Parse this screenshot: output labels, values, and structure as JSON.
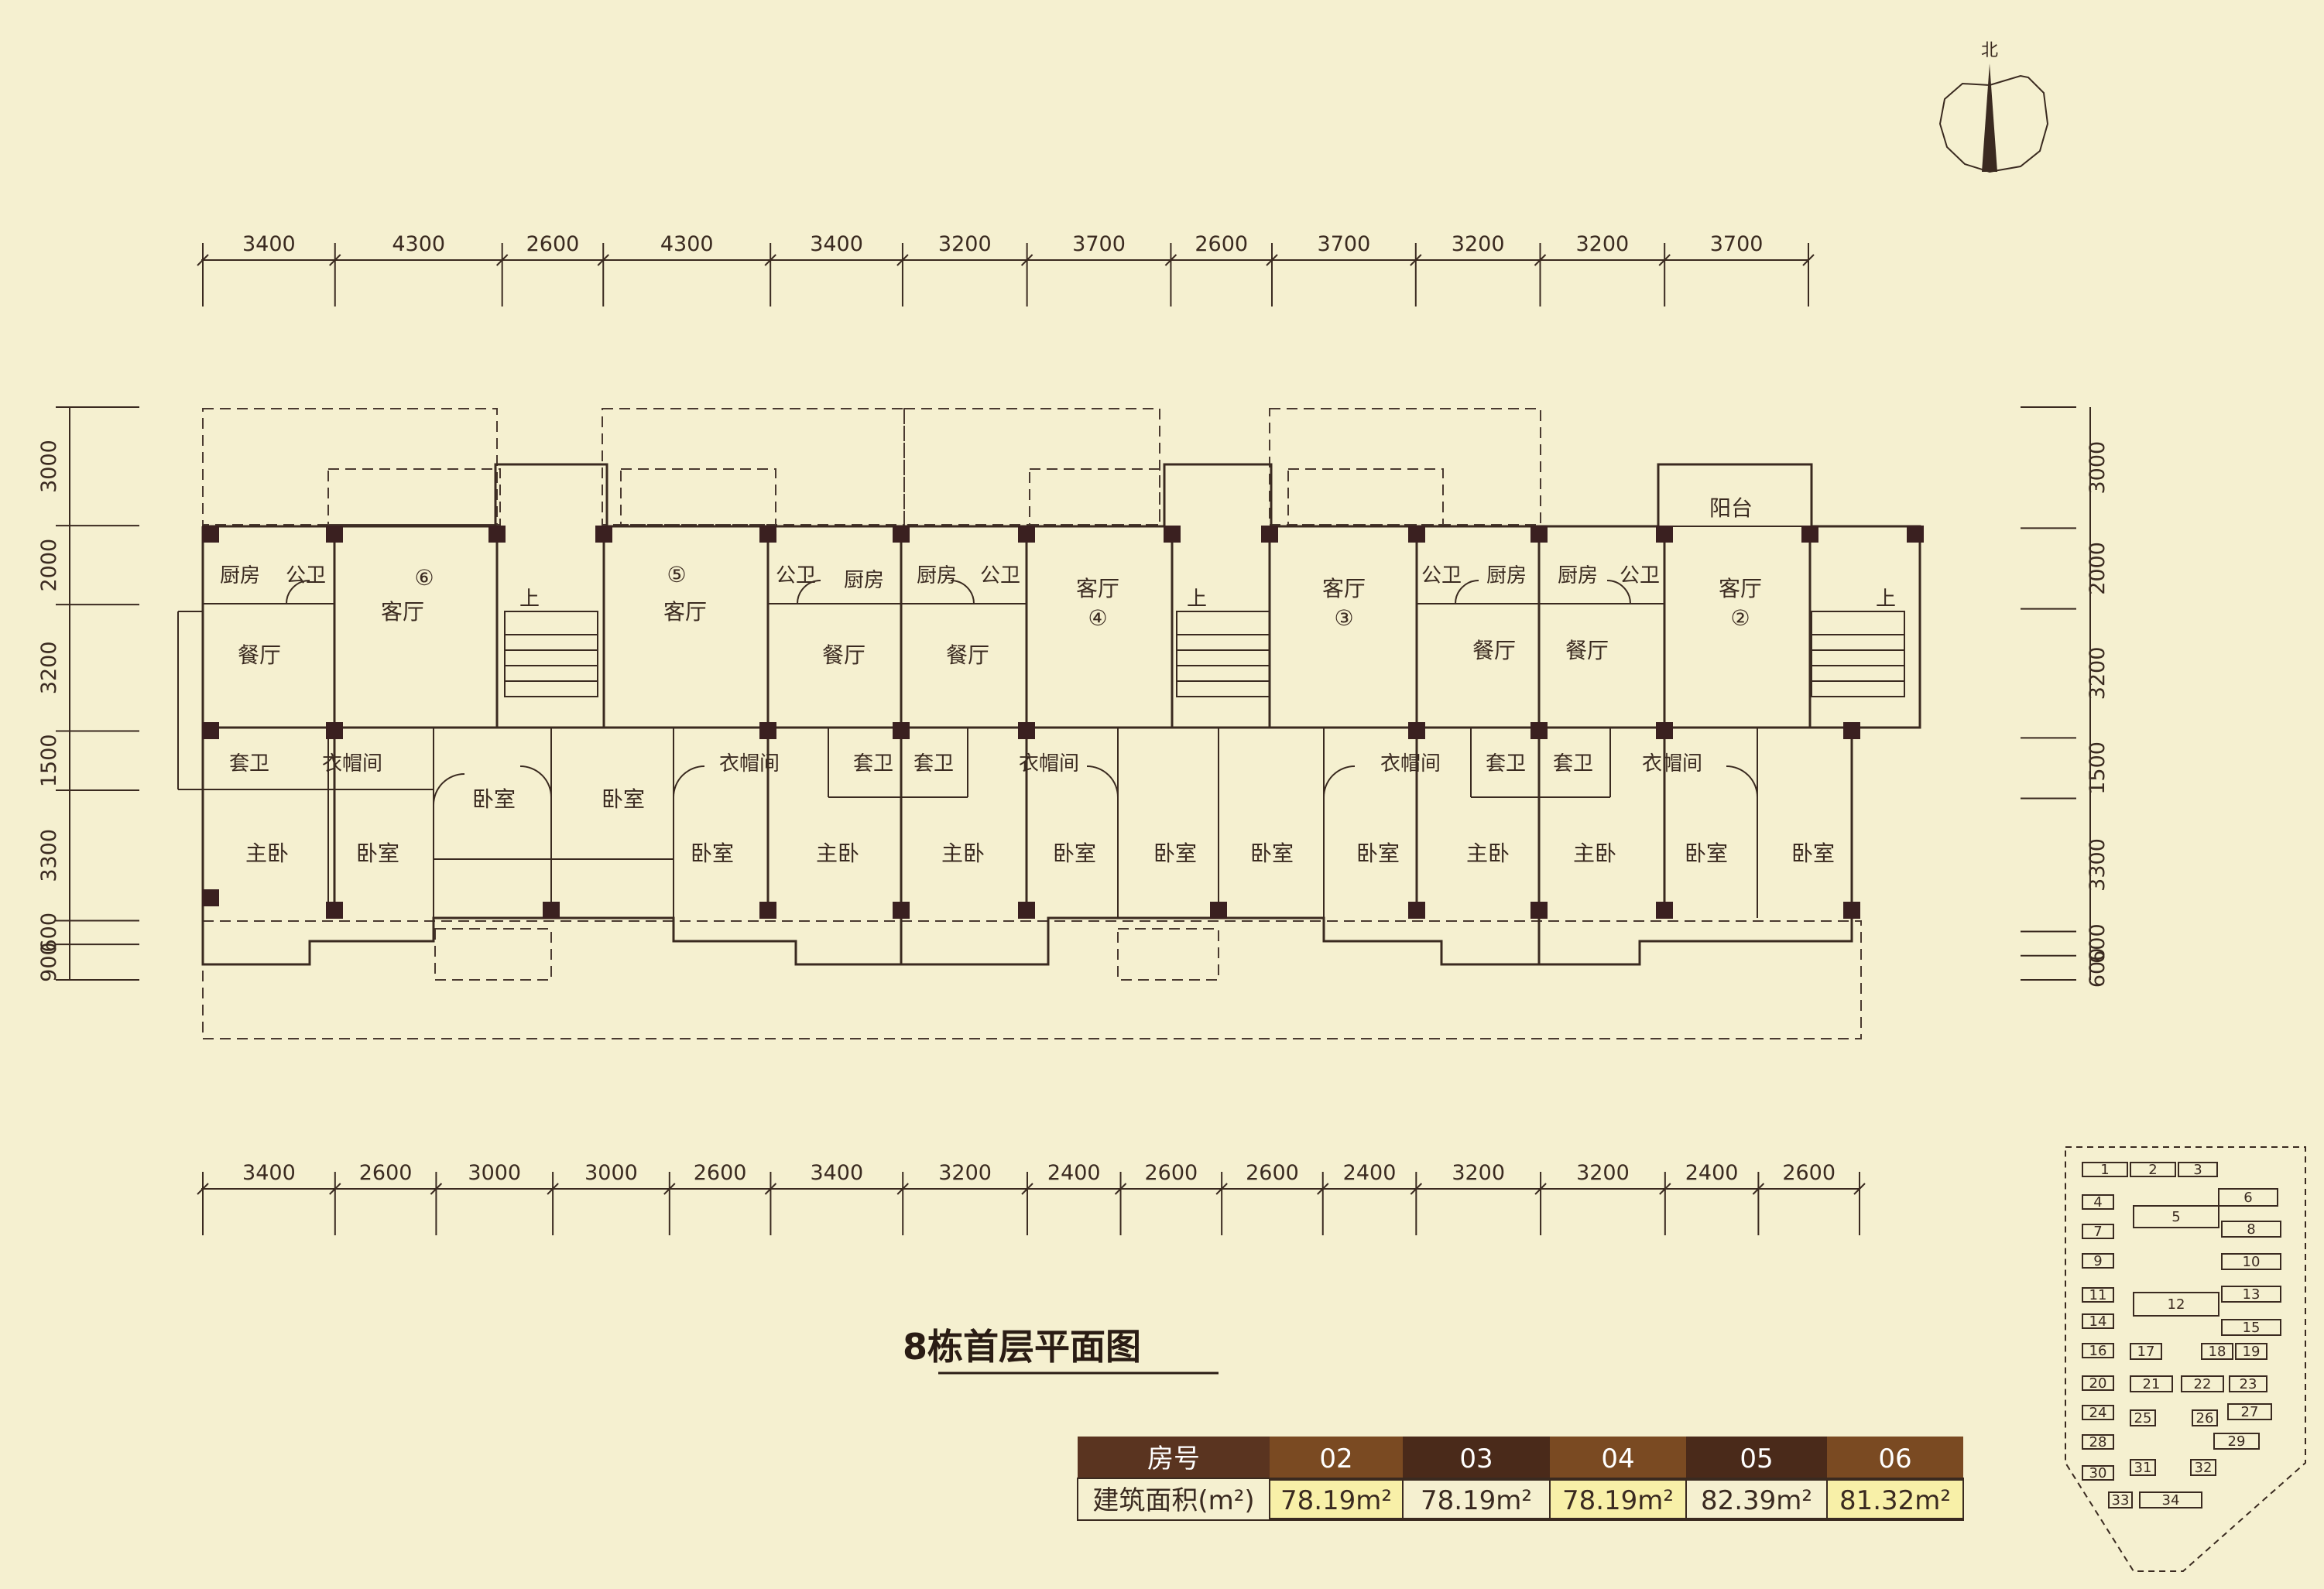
{
  "compass": {
    "label": "北"
  },
  "top_dims": [
    "3400",
    "4300",
    "2600",
    "4300",
    "3400",
    "3200",
    "3700",
    "2600",
    "3700",
    "3200",
    "3200",
    "3700"
  ],
  "bottom_dims": [
    "3400",
    "2600",
    "3000",
    "3000",
    "2600",
    "3400",
    "3200",
    "2400",
    "2600",
    "2600",
    "2400",
    "3200",
    "3200",
    "2400",
    "2600"
  ],
  "left_dims": [
    "3000",
    "2000",
    "3200",
    "1500",
    "3300",
    "600",
    "900"
  ],
  "right_dims": [
    "3000",
    "2000",
    "3200",
    "1500",
    "3300",
    "600",
    "600"
  ],
  "rooms": {
    "kitchen": "厨房",
    "public_bath": "公卫",
    "living": "客厅",
    "dining": "餐厅",
    "suite_bath": "套卫",
    "closet": "衣帽间",
    "master": "主卧",
    "bedroom": "卧室",
    "balcony": "阳台",
    "up": "上"
  },
  "unit_marks": [
    "⑥",
    "⑤",
    "④",
    "③",
    "②"
  ],
  "title": "8栋首层平面图",
  "table": {
    "header_label": "房号",
    "area_label": "建筑面积(m²)",
    "units": [
      "02",
      "03",
      "04",
      "05",
      "06"
    ],
    "areas": [
      "78.19m²",
      "78.19m²",
      "78.19m²",
      "82.39m²",
      "81.32m²"
    ]
  },
  "key_plan": {
    "highlight": "8",
    "buildings": [
      "1",
      "2",
      "3",
      "4",
      "5",
      "6",
      "7",
      "8",
      "9",
      "10",
      "11",
      "12",
      "13",
      "14",
      "15",
      "16",
      "17",
      "18",
      "19",
      "20",
      "21",
      "22",
      "23",
      "24",
      "25",
      "26",
      "27",
      "28",
      "29",
      "30",
      "31",
      "32",
      "33",
      "34"
    ]
  },
  "colors": {
    "background": "#f5f0d0",
    "ink": "#3a2a20",
    "table_header_dark": "#5a3420",
    "table_header_brown": "#7a4a22",
    "highlight": "#f0c020"
  }
}
